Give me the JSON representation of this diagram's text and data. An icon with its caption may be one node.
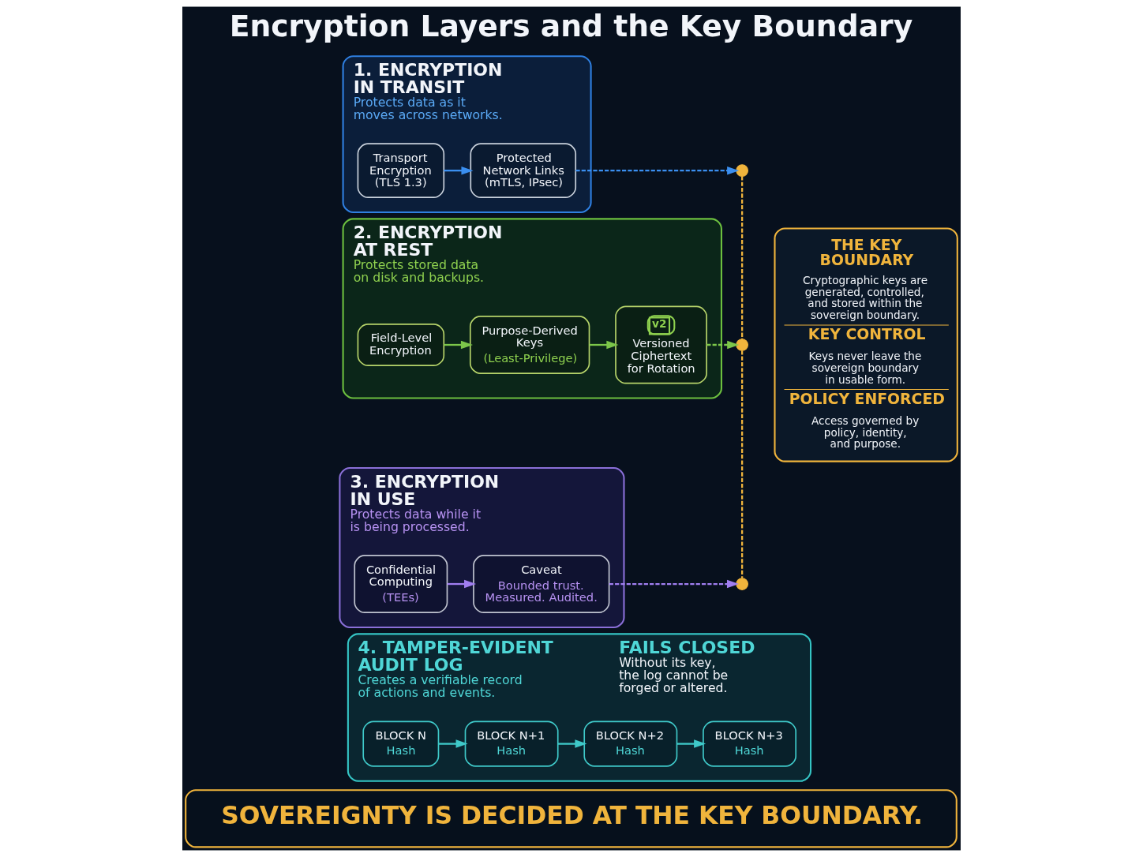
{
  "diagram": {
    "title": "Encryption Layers and the Key Boundary",
    "nodes": [
      {
        "text": [
          "1. ENCRYPTION IN TRANSIT",
          "Protects data as it moves across networks."
        ]
      },
      {
        "text": [
          "Transport Encryption (TLS 1.3)"
        ],
        "in": 0
      },
      {
        "text": [
          "Protected Network Links (mTLS, IPsec)"
        ],
        "in": 0
      },
      {
        "text": [],
        "shape": "circle"
      },
      {
        "text": [
          "THE KEY BOUNDARY",
          "Cryptographic keys are generated, controlled, and stored within the sovereign boundary.",
          "KEY CONTROL",
          "Keys never leave the sovereign boundary in usable form.",
          "POLICY ENFORCED",
          "Access governed by policy, identity, and purpose."
        ]
      },
      {
        "text": [
          "2. ENCRYPTION AT REST",
          "Protects stored data on disk and backups."
        ]
      },
      {
        "text": [
          "Field-Level Encryption"
        ],
        "in": 5
      },
      {
        "text": [
          "Purpose-Derived Keys",
          "(Least-Privilege)"
        ],
        "in": 5
      },
      {
        "text": [
          "v2",
          "Versioned Ciphertext for Rotation"
        ],
        "in": 5
      },
      {
        "text": [],
        "shape": "circle"
      },
      {
        "text": [
          "3. ENCRYPTION IN USE",
          "Protects data while it is being processed."
        ]
      },
      {
        "text": [
          "Confidential Computing",
          "(TEEs)"
        ],
        "in": 10
      },
      {
        "text": [
          "Caveat",
          "Bounded trust. Measured. Audited."
        ],
        "in": 10
      },
      {
        "text": [],
        "shape": "circle"
      },
      {
        "text": [
          "4. TAMPER-EVIDENT AUDIT LOG",
          "Creates a verifiable record of actions and events.",
          "FAILS CLOSED",
          "Without its key, the log cannot be forged or altered."
        ]
      },
      {
        "text": [
          "BLOCK N",
          "Hash"
        ],
        "in": 14
      },
      {
        "text": [
          "BLOCK N+1",
          "Hash"
        ],
        "in": 14
      },
      {
        "text": [
          "BLOCK N+2",
          "Hash"
        ],
        "in": 14
      },
      {
        "text": [
          "BLOCK N+3",
          "Hash"
        ],
        "in": 14
      },
      {
        "text": [
          "SOVEREIGNTY IS DECIDED AT THE KEY BOUNDARY."
        ]
      }
    ],
    "edges": [
      {
        "from": 1,
        "to": 2,
        "arrow": "to",
        "color": "#3b8ff0"
      },
      {
        "from": 2,
        "to": 3,
        "arrow": "to",
        "style": "dashed",
        "color": "#3b8ff0"
      },
      {
        "from": 6,
        "to": 7,
        "arrow": "to",
        "color": "#7cc64a"
      },
      {
        "from": 7,
        "to": 8,
        "arrow": "to",
        "color": "#7cc64a"
      },
      {
        "from": 8,
        "to": 9,
        "arrow": "to",
        "style": "dashed",
        "color": "#7cc64a"
      },
      {
        "from": 11,
        "to": 12,
        "arrow": "to",
        "color": "#a07ef0"
      },
      {
        "from": 12,
        "to": 13,
        "arrow": "to",
        "style": "dashed",
        "color": "#a07ef0"
      },
      {
        "from": 15,
        "to": 16,
        "arrow": "to",
        "color": "#3fc9c9"
      },
      {
        "from": 16,
        "to": 17,
        "arrow": "to",
        "color": "#3fc9c9"
      },
      {
        "from": 17,
        "to": 18,
        "arrow": "to",
        "color": "#3fc9c9"
      },
      {
        "from": 3,
        "to": 9,
        "arrow": "none",
        "style": "dashed",
        "color": "#f0b43c"
      },
      {
        "from": 9,
        "to": 13,
        "arrow": "none",
        "style": "dashed",
        "color": "#f0b43c"
      }
    ]
  }
}
